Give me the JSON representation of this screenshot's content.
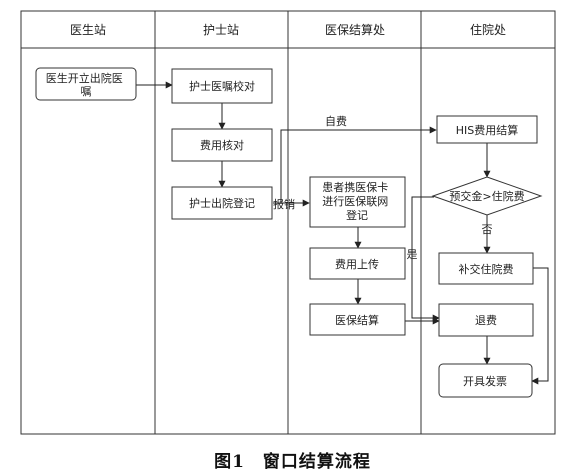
{
  "lanes": [
    "医生站",
    "护士站",
    "医保结算处",
    "住院处"
  ],
  "nodes": {
    "doctor_order": [
      "医生开立出院医",
      "嘱"
    ],
    "nurse_check_order": [
      "护士医嘱校对"
    ],
    "fee_check": [
      "费用核对"
    ],
    "discharge_register": [
      "护士出院登记"
    ],
    "patient_insurance_register": [
      "患者携医保卡",
      "进行医保联网",
      "登记"
    ],
    "fee_upload": [
      "费用上传"
    ],
    "insurance_settle": [
      "医保结算"
    ],
    "his_settle": [
      "HIS费用结算"
    ],
    "deposit_decision": [
      "预交金>住院费"
    ],
    "pay_more": [
      "补交住院费"
    ],
    "refund": [
      "退费"
    ],
    "issue_invoice": [
      "开具发票"
    ]
  },
  "edge_labels": {
    "self_pay": "自费",
    "reimburse": "报销",
    "yes": "是",
    "no": "否"
  },
  "caption": "图1　窗口结算流程"
}
